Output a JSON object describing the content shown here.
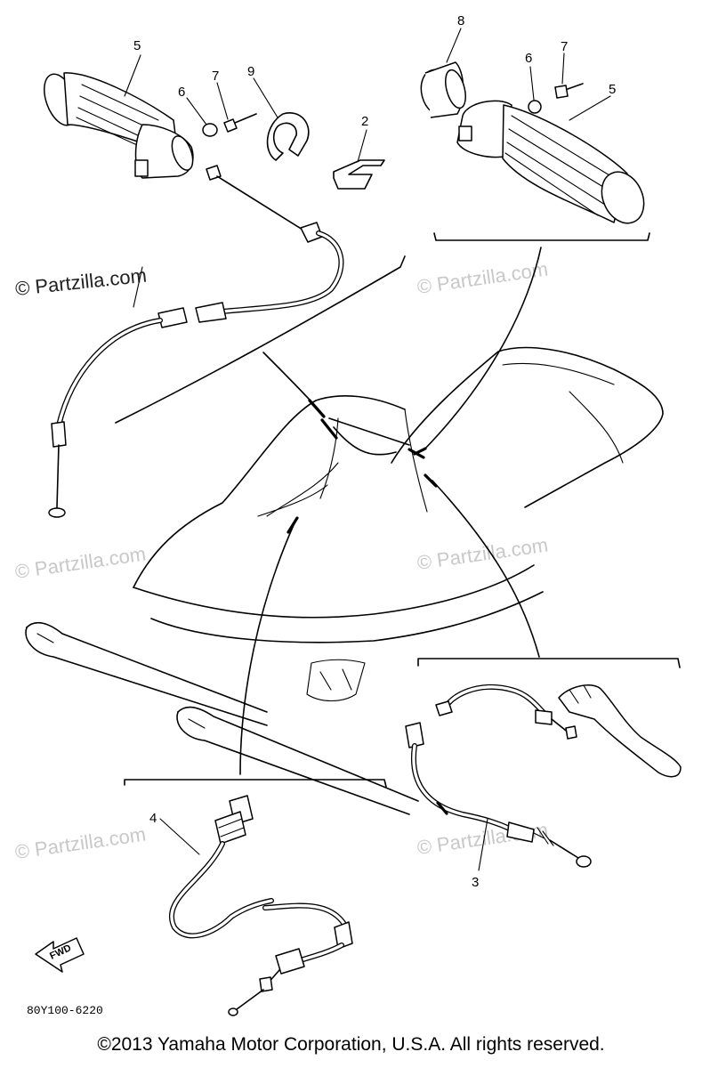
{
  "callouts": {
    "c1": "5",
    "c2": "6",
    "c3": "7",
    "c4": "9",
    "c5": "2",
    "c6": "8",
    "c7": "6",
    "c8": "7",
    "c9": "5",
    "c10": "4",
    "c11": "3"
  },
  "watermark": "© Partzilla.com",
  "fwd_label": "FWD",
  "diagram_code": "80Y100-6220",
  "copyright": "©2013 Yamaha Motor Corporation, U.S.A. All rights reserved."
}
